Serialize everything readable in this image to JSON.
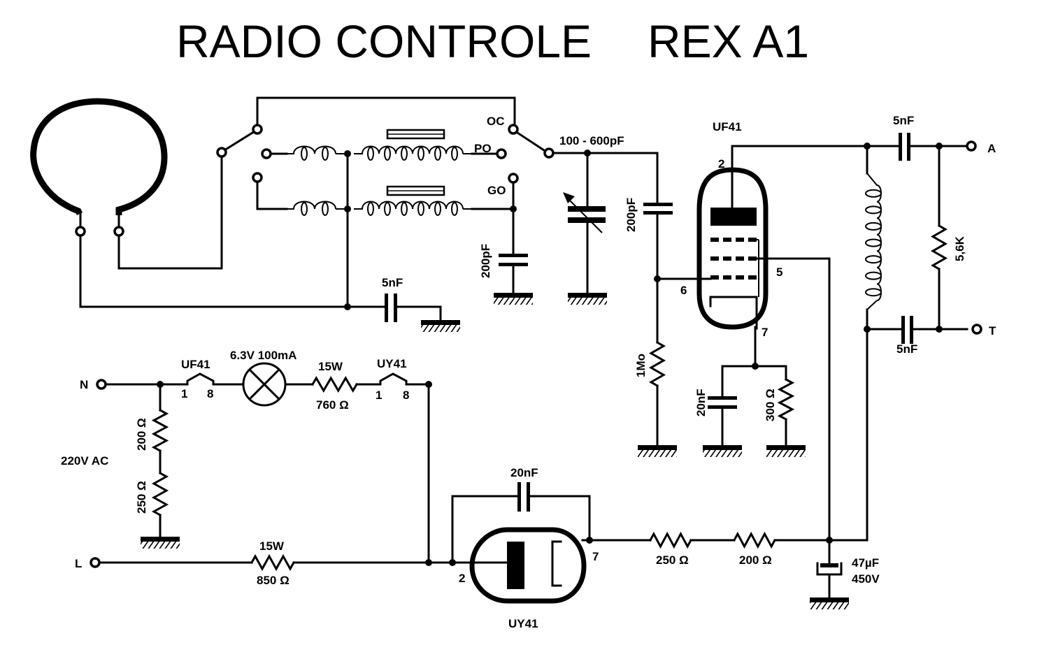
{
  "title": {
    "left": "RADIO CONTROLE",
    "right": "REX A1"
  },
  "antenna": {
    "switch_oc": "OC",
    "switch_po": "PO",
    "switch_go": "GO"
  },
  "tuning": {
    "variable_cap": "100 - 600pF",
    "go_cap": "200pF",
    "loop_bypass_cap": "5nF"
  },
  "detector": {
    "tube": "UF41",
    "grid_cap": "200pF",
    "grid_leak": "1Mo",
    "pin_plate": "2",
    "pin_screen": "5",
    "pin_grid": "6",
    "pin_cathode": "7",
    "cathode_cap": "20nF",
    "cathode_res": "300 Ω"
  },
  "output": {
    "coupling_cap_top": "5nF",
    "coupling_cap_bottom": "5nF",
    "load_res": "5,6K",
    "terminal_a": "A",
    "terminal_t": "T"
  },
  "power": {
    "mains": "220V AC",
    "terminal_n": "N",
    "terminal_l": "L",
    "heater_uf41": "UF41",
    "heater_uf41_pin1": "1",
    "heater_uf41_pin8": "8",
    "lamp": "6.3V 100mA",
    "dropper1_power": "15W",
    "dropper1_value": "760 Ω",
    "heater_uy41": "UY41",
    "heater_uy41_pin1": "1",
    "heater_uy41_pin8": "8",
    "divider_top": "200 Ω",
    "divider_bottom": "250 Ω",
    "dropper2_power": "15W",
    "dropper2_value": "850 Ω",
    "rectifier": "UY41",
    "rect_pin_anode": "2",
    "rect_pin_cathode": "7",
    "rect_cap": "20nF",
    "filter_res1": "250 Ω",
    "filter_res2": "200 Ω",
    "filter_cap": "47µF",
    "filter_cap_voltage": "450V"
  }
}
